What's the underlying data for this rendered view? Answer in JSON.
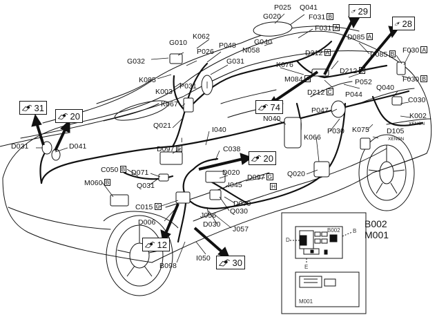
{
  "connector_labels": [
    {
      "id": "p025",
      "text": "P025",
      "tag": ""
    },
    {
      "id": "q041",
      "text": "Q041",
      "tag": ""
    },
    {
      "id": "g020",
      "text": "G020",
      "tag": ""
    },
    {
      "id": "f031b",
      "text": "F031",
      "tag": "B"
    },
    {
      "id": "f031a",
      "text": "F031",
      "tag": "A"
    },
    {
      "id": "g040",
      "text": "G040",
      "tag": ""
    },
    {
      "id": "n058",
      "text": "N058",
      "tag": ""
    },
    {
      "id": "k062",
      "text": "K062",
      "tag": ""
    },
    {
      "id": "g010",
      "text": "G010",
      "tag": ""
    },
    {
      "id": "p048",
      "text": "P048",
      "tag": ""
    },
    {
      "id": "p026",
      "text": "P026",
      "tag": ""
    },
    {
      "id": "g032",
      "text": "G032",
      "tag": ""
    },
    {
      "id": "g031",
      "text": "G031",
      "tag": ""
    },
    {
      "id": "k085",
      "text": "K085",
      "tag": ""
    },
    {
      "id": "k003",
      "text": "K003",
      "tag": ""
    },
    {
      "id": "p031",
      "text": "P031",
      "tag": ""
    },
    {
      "id": "k067",
      "text": "K067",
      "tag": ""
    },
    {
      "id": "q021",
      "text": "Q021",
      "tag": ""
    },
    {
      "id": "k076",
      "text": "K076",
      "tag": ""
    },
    {
      "id": "d212a",
      "text": "D212",
      "tag": "A"
    },
    {
      "id": "d212b",
      "text": "D212",
      "tag": "B"
    },
    {
      "id": "d212c",
      "text": "D212",
      "tag": "C"
    },
    {
      "id": "m084a",
      "text": "M084",
      "tag": "A"
    },
    {
      "id": "p052",
      "text": "P052",
      "tag": ""
    },
    {
      "id": "p044",
      "text": "P044",
      "tag": ""
    },
    {
      "id": "d085a",
      "text": "D085",
      "tag": "A"
    },
    {
      "id": "d085b",
      "text": "D085",
      "tag": "B"
    },
    {
      "id": "f030a",
      "text": "F030",
      "tag": "A"
    },
    {
      "id": "f030b",
      "text": "F030",
      "tag": "B"
    },
    {
      "id": "q040",
      "text": "Q040",
      "tag": ""
    },
    {
      "id": "c030",
      "text": "C030",
      "tag": ""
    },
    {
      "id": "k002",
      "text": "K002",
      "tag": ""
    },
    {
      "id": "p047",
      "text": "P047",
      "tag": ""
    },
    {
      "id": "n040",
      "text": "N040",
      "tag": ""
    },
    {
      "id": "p030",
      "text": "P030",
      "tag": ""
    },
    {
      "id": "k075",
      "text": "K075",
      "tag": ""
    },
    {
      "id": "d105",
      "text": "D105",
      "tag": ""
    },
    {
      "id": "k066",
      "text": "K066",
      "tag": ""
    },
    {
      "id": "i040",
      "text": "I040",
      "tag": ""
    },
    {
      "id": "d097e",
      "text": "D097",
      "tag": "E"
    },
    {
      "id": "c038",
      "text": "C038",
      "tag": ""
    },
    {
      "id": "d031",
      "text": "D031",
      "tag": ""
    },
    {
      "id": "d041",
      "text": "D041",
      "tag": ""
    },
    {
      "id": "c050b",
      "text": "C050",
      "tag": "B"
    },
    {
      "id": "d071",
      "text": "D071",
      "tag": ""
    },
    {
      "id": "d020",
      "text": "D020",
      "tag": ""
    },
    {
      "id": "d097g",
      "text": "D097",
      "tag": "G"
    },
    {
      "id": "h",
      "text": "H",
      "tag": ""
    },
    {
      "id": "i045",
      "text": "I045",
      "tag": ""
    },
    {
      "id": "m060b",
      "text": "M060",
      "tag": "B"
    },
    {
      "id": "q031",
      "text": "Q031",
      "tag": ""
    },
    {
      "id": "q020",
      "text": "Q020",
      "tag": ""
    },
    {
      "id": "c015c",
      "text": "C015",
      "tag": "C"
    },
    {
      "id": "d070",
      "text": "D070",
      "tag": ""
    },
    {
      "id": "q030",
      "text": "Q030",
      "tag": ""
    },
    {
      "id": "d006",
      "text": "D006",
      "tag": ""
    },
    {
      "id": "j056",
      "text": "J056",
      "tag": ""
    },
    {
      "id": "d030",
      "text": "D030",
      "tag": ""
    },
    {
      "id": "j057",
      "text": "J057",
      "tag": ""
    },
    {
      "id": "i050",
      "text": "I050",
      "tag": ""
    },
    {
      "id": "b098",
      "text": "B098",
      "tag": ""
    },
    {
      "id": "i_mark",
      "text": "I",
      "tag": ""
    }
  ],
  "reference_boxes": [
    {
      "id": "ref29",
      "number": "29",
      "icon": "connector-icon"
    },
    {
      "id": "ref28",
      "number": "28",
      "icon": "connector-icon"
    },
    {
      "id": "ref31",
      "number": "31",
      "icon": "connector-icon"
    },
    {
      "id": "ref20a",
      "number": "20",
      "icon": "connector-icon"
    },
    {
      "id": "ref74",
      "number": "74",
      "icon": "connector-icon"
    },
    {
      "id": "ref20b",
      "number": "20",
      "icon": "connector-icon"
    },
    {
      "id": "ref12",
      "number": "12",
      "icon": "connector-icon"
    },
    {
      "id": "ref30",
      "number": "30",
      "icon": "connector-icon"
    }
  ],
  "micro_labels": {
    "xenon": "XENON",
    "xenon_small": "XENON"
  },
  "inset": {
    "title_1": "B002",
    "title_2": "M001",
    "fusebox_label": "B002",
    "letter_d": "D",
    "letter_b": "B",
    "letter_e": "E",
    "bottom_label": "M001"
  },
  "colors": {
    "line": "#111111",
    "background": "#ffffff",
    "body_fill": "#f7f7f7"
  }
}
